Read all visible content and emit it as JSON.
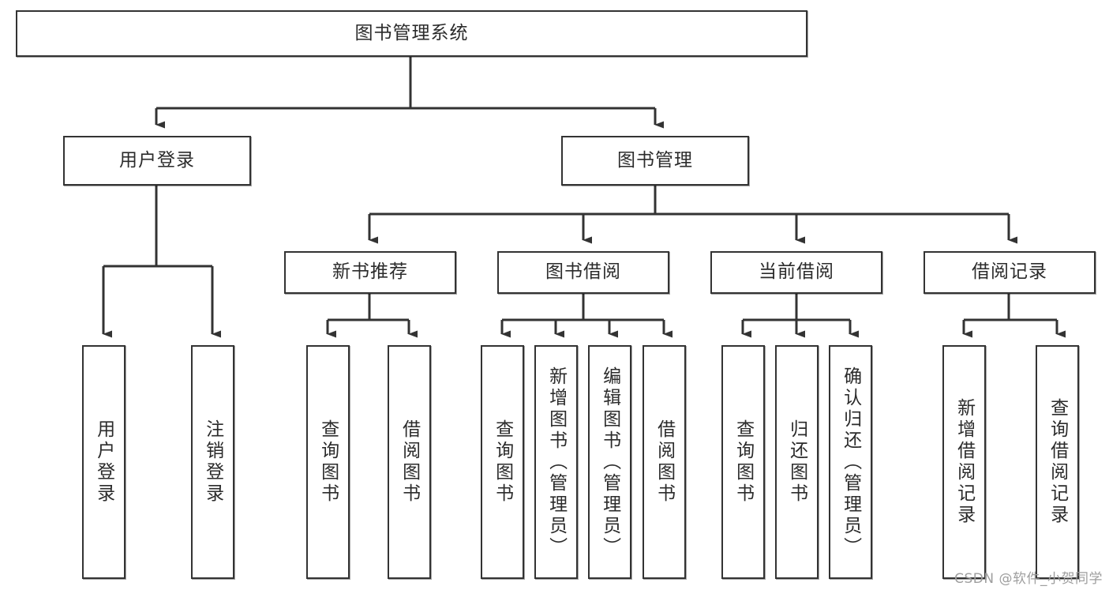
{
  "diagram": {
    "title": "图书管理系统",
    "type": "tree",
    "orientation": "top-down",
    "stroke_color": "#333333",
    "background_color": "#ffffff",
    "text_color": "#2b2b2b",
    "watermark": "CSDN @软件_小贺同学"
  },
  "nodes": {
    "root": {
      "label": "图书管理系统",
      "level": 0
    },
    "level1": [
      {
        "id": "user-login",
        "label": "用户登录",
        "level": 1
      },
      {
        "id": "book-manage",
        "label": "图书管理",
        "level": 1
      }
    ],
    "level2": [
      {
        "id": "new-book-recommend",
        "label": "新书推荐",
        "level": 2,
        "parent": "book-manage"
      },
      {
        "id": "book-borrow",
        "label": "图书借阅",
        "level": 2,
        "parent": "book-manage"
      },
      {
        "id": "current-borrow",
        "label": "当前借阅",
        "level": 2,
        "parent": "book-manage"
      },
      {
        "id": "borrow-record",
        "label": "借阅记录",
        "level": 2,
        "parent": "book-manage"
      }
    ],
    "leaves": [
      {
        "id": "leaf-user-login",
        "label": "用户登录",
        "parent": "user-login"
      },
      {
        "id": "leaf-user-logout",
        "label": "注销登录",
        "parent": "user-login"
      },
      {
        "id": "leaf-query-book-1",
        "label": "查询图书",
        "parent": "new-book-recommend"
      },
      {
        "id": "leaf-borrow-book-1",
        "label": "借阅图书",
        "parent": "new-book-recommend"
      },
      {
        "id": "leaf-query-book-2",
        "label": "查询图书",
        "parent": "book-borrow"
      },
      {
        "id": "leaf-add-book",
        "label": "新增图书（管理员）",
        "parent": "book-borrow"
      },
      {
        "id": "leaf-edit-book",
        "label": "编辑图书（管理员）",
        "parent": "book-borrow"
      },
      {
        "id": "leaf-borrow-book-2",
        "label": "借阅图书",
        "parent": "book-borrow"
      },
      {
        "id": "leaf-query-book-3",
        "label": "查询图书",
        "parent": "current-borrow"
      },
      {
        "id": "leaf-return-book",
        "label": "归还图书",
        "parent": "current-borrow"
      },
      {
        "id": "leaf-confirm-return",
        "label": "确认归还（管理员）",
        "parent": "current-borrow"
      },
      {
        "id": "leaf-add-record",
        "label": "新增借阅记录",
        "parent": "borrow-record"
      },
      {
        "id": "leaf-query-record",
        "label": "查询借阅记录",
        "parent": "borrow-record"
      }
    ]
  }
}
